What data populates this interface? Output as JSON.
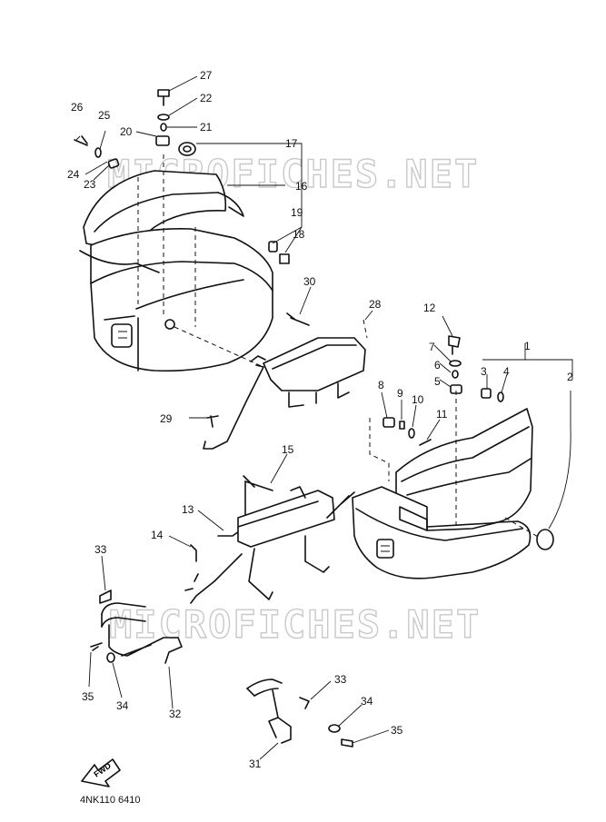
{
  "diagram": {
    "watermark_top": "MICROFICHES.NET",
    "watermark_bottom": "MICROFICHES.NET",
    "drawing_code": "4NK110 6410",
    "fwd_label": "FWD",
    "callouts": [
      "1",
      "2",
      "3",
      "4",
      "5",
      "6",
      "7",
      "8",
      "9",
      "10",
      "11",
      "12",
      "13",
      "14",
      "15",
      "16",
      "17",
      "18",
      "19",
      "20",
      "21",
      "22",
      "23",
      "24",
      "25",
      "26",
      "27",
      "28",
      "29",
      "30",
      "31",
      "32",
      "33",
      "33",
      "34",
      "34",
      "35",
      "35"
    ]
  }
}
